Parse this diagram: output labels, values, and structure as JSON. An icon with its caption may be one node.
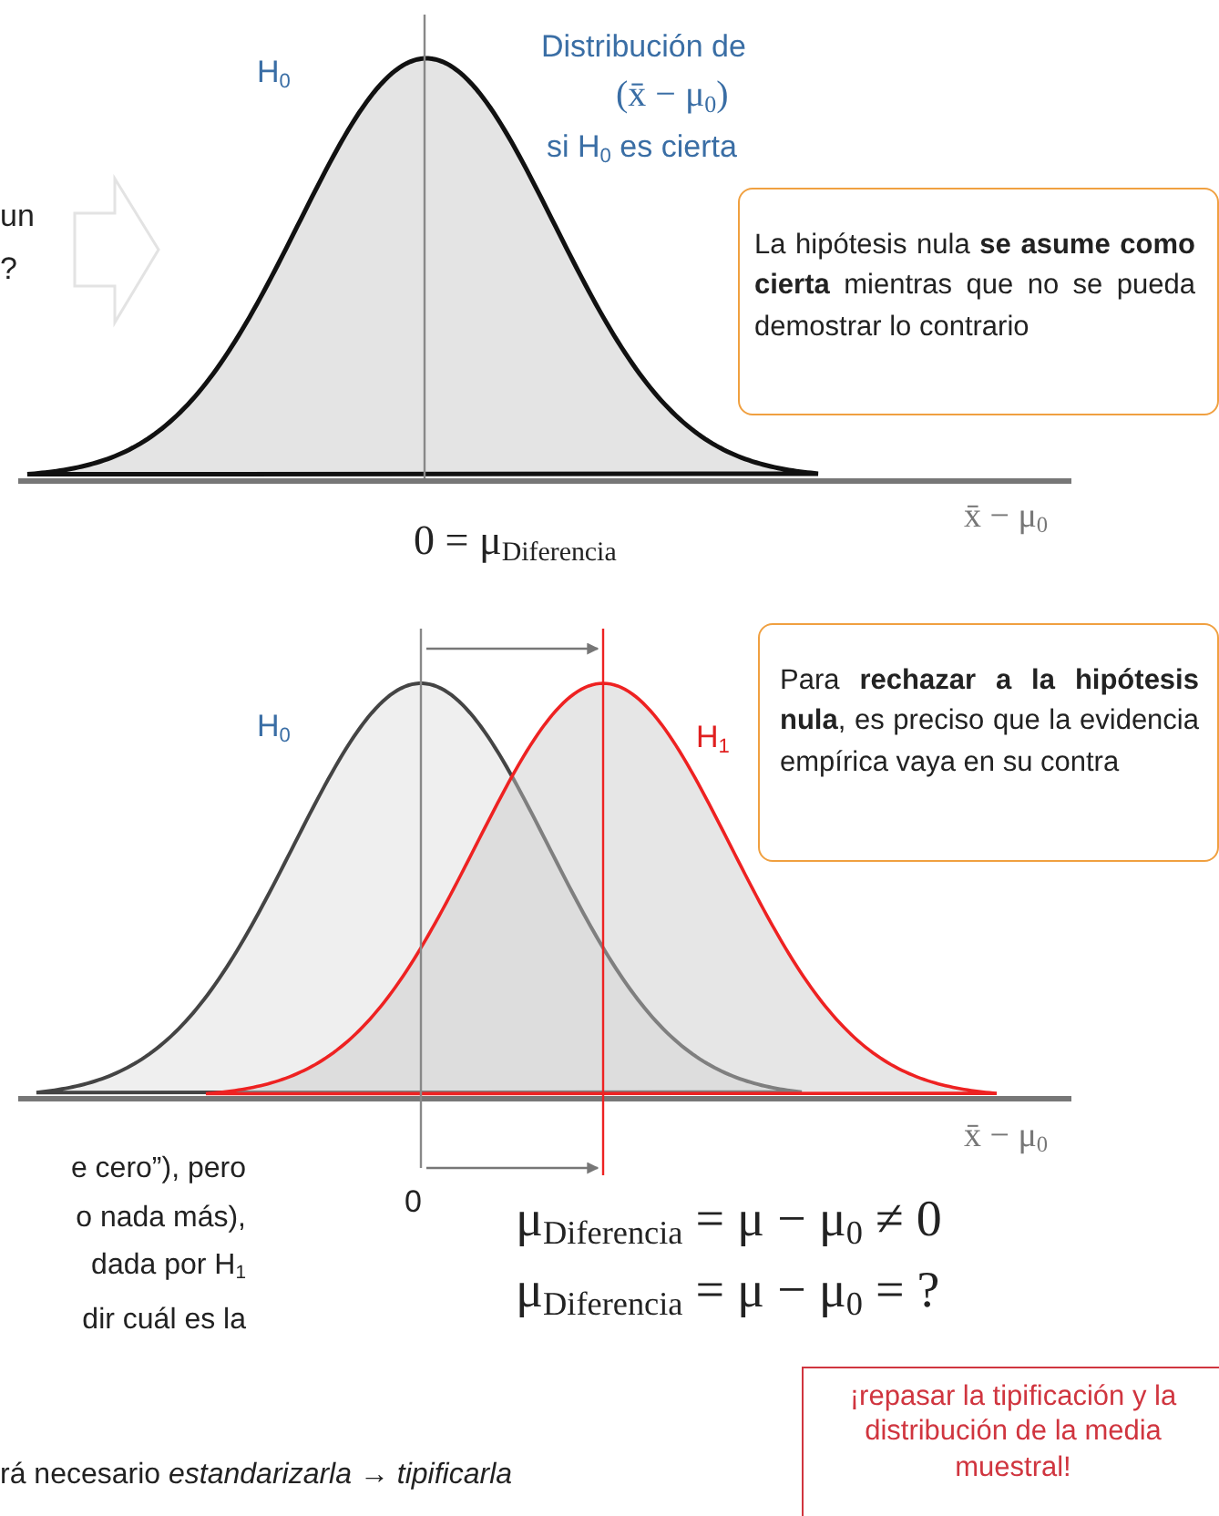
{
  "diagram": {
    "nodes": [
      {
        "text": [
          "La hipótesis nula **se asume como cierta** mientras que no se pueda demostrar lo contrario"
        ]
      },
      {
        "text": [
          "Para **rechazar a la hipótesis nula**, es preciso que la evidencia empírica vaya en su contra"
        ]
      },
      {
        "text": [
          "¡repasar la tipificación y la distribución de la media muestral!"
        ]
      }
    ],
    "labels": [
      "un",
      "?",
      "H$_{0}$",
      "Distribución de",
      "(x̄ − μ$_{0}$)",
      "si H$_{0}$ es cierta",
      "0 = μ$_{Diferencia}$",
      "x̄ − μ$_{0}$",
      "H$_{0}$",
      "H$_{1}$",
      "x̄ − μ$_{0}$",
      "e cero”), pero",
      "0",
      "o nada más),",
      "μ$_{Diferencia}$ = μ − μ$_{0}$ ≠ 0",
      "dada por H$_{1}$",
      "μ$_{Diferencia}$ = μ − μ$_{0}$ = ?",
      "dir cuál es la",
      "rá necesario *estandarizarla* → *tipificarla*"
    ]
  }
}
